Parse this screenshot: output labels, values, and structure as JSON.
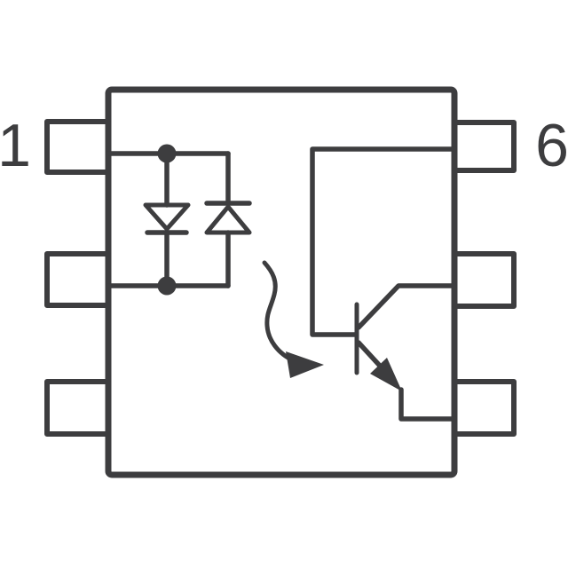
{
  "diagram": {
    "kind": "optocoupler-internal-schematic",
    "package_pins": 6
  },
  "labels": {
    "pin_left": "1",
    "pin_right": "6"
  },
  "icons": {
    "input_side": "anti-parallel-led-pair-icon",
    "output_side": "npn-phototransistor-icon",
    "coupling": "light-emission-arrow-icon"
  },
  "colors": {
    "line": "#3d3d3f",
    "background": "#ffffff"
  }
}
